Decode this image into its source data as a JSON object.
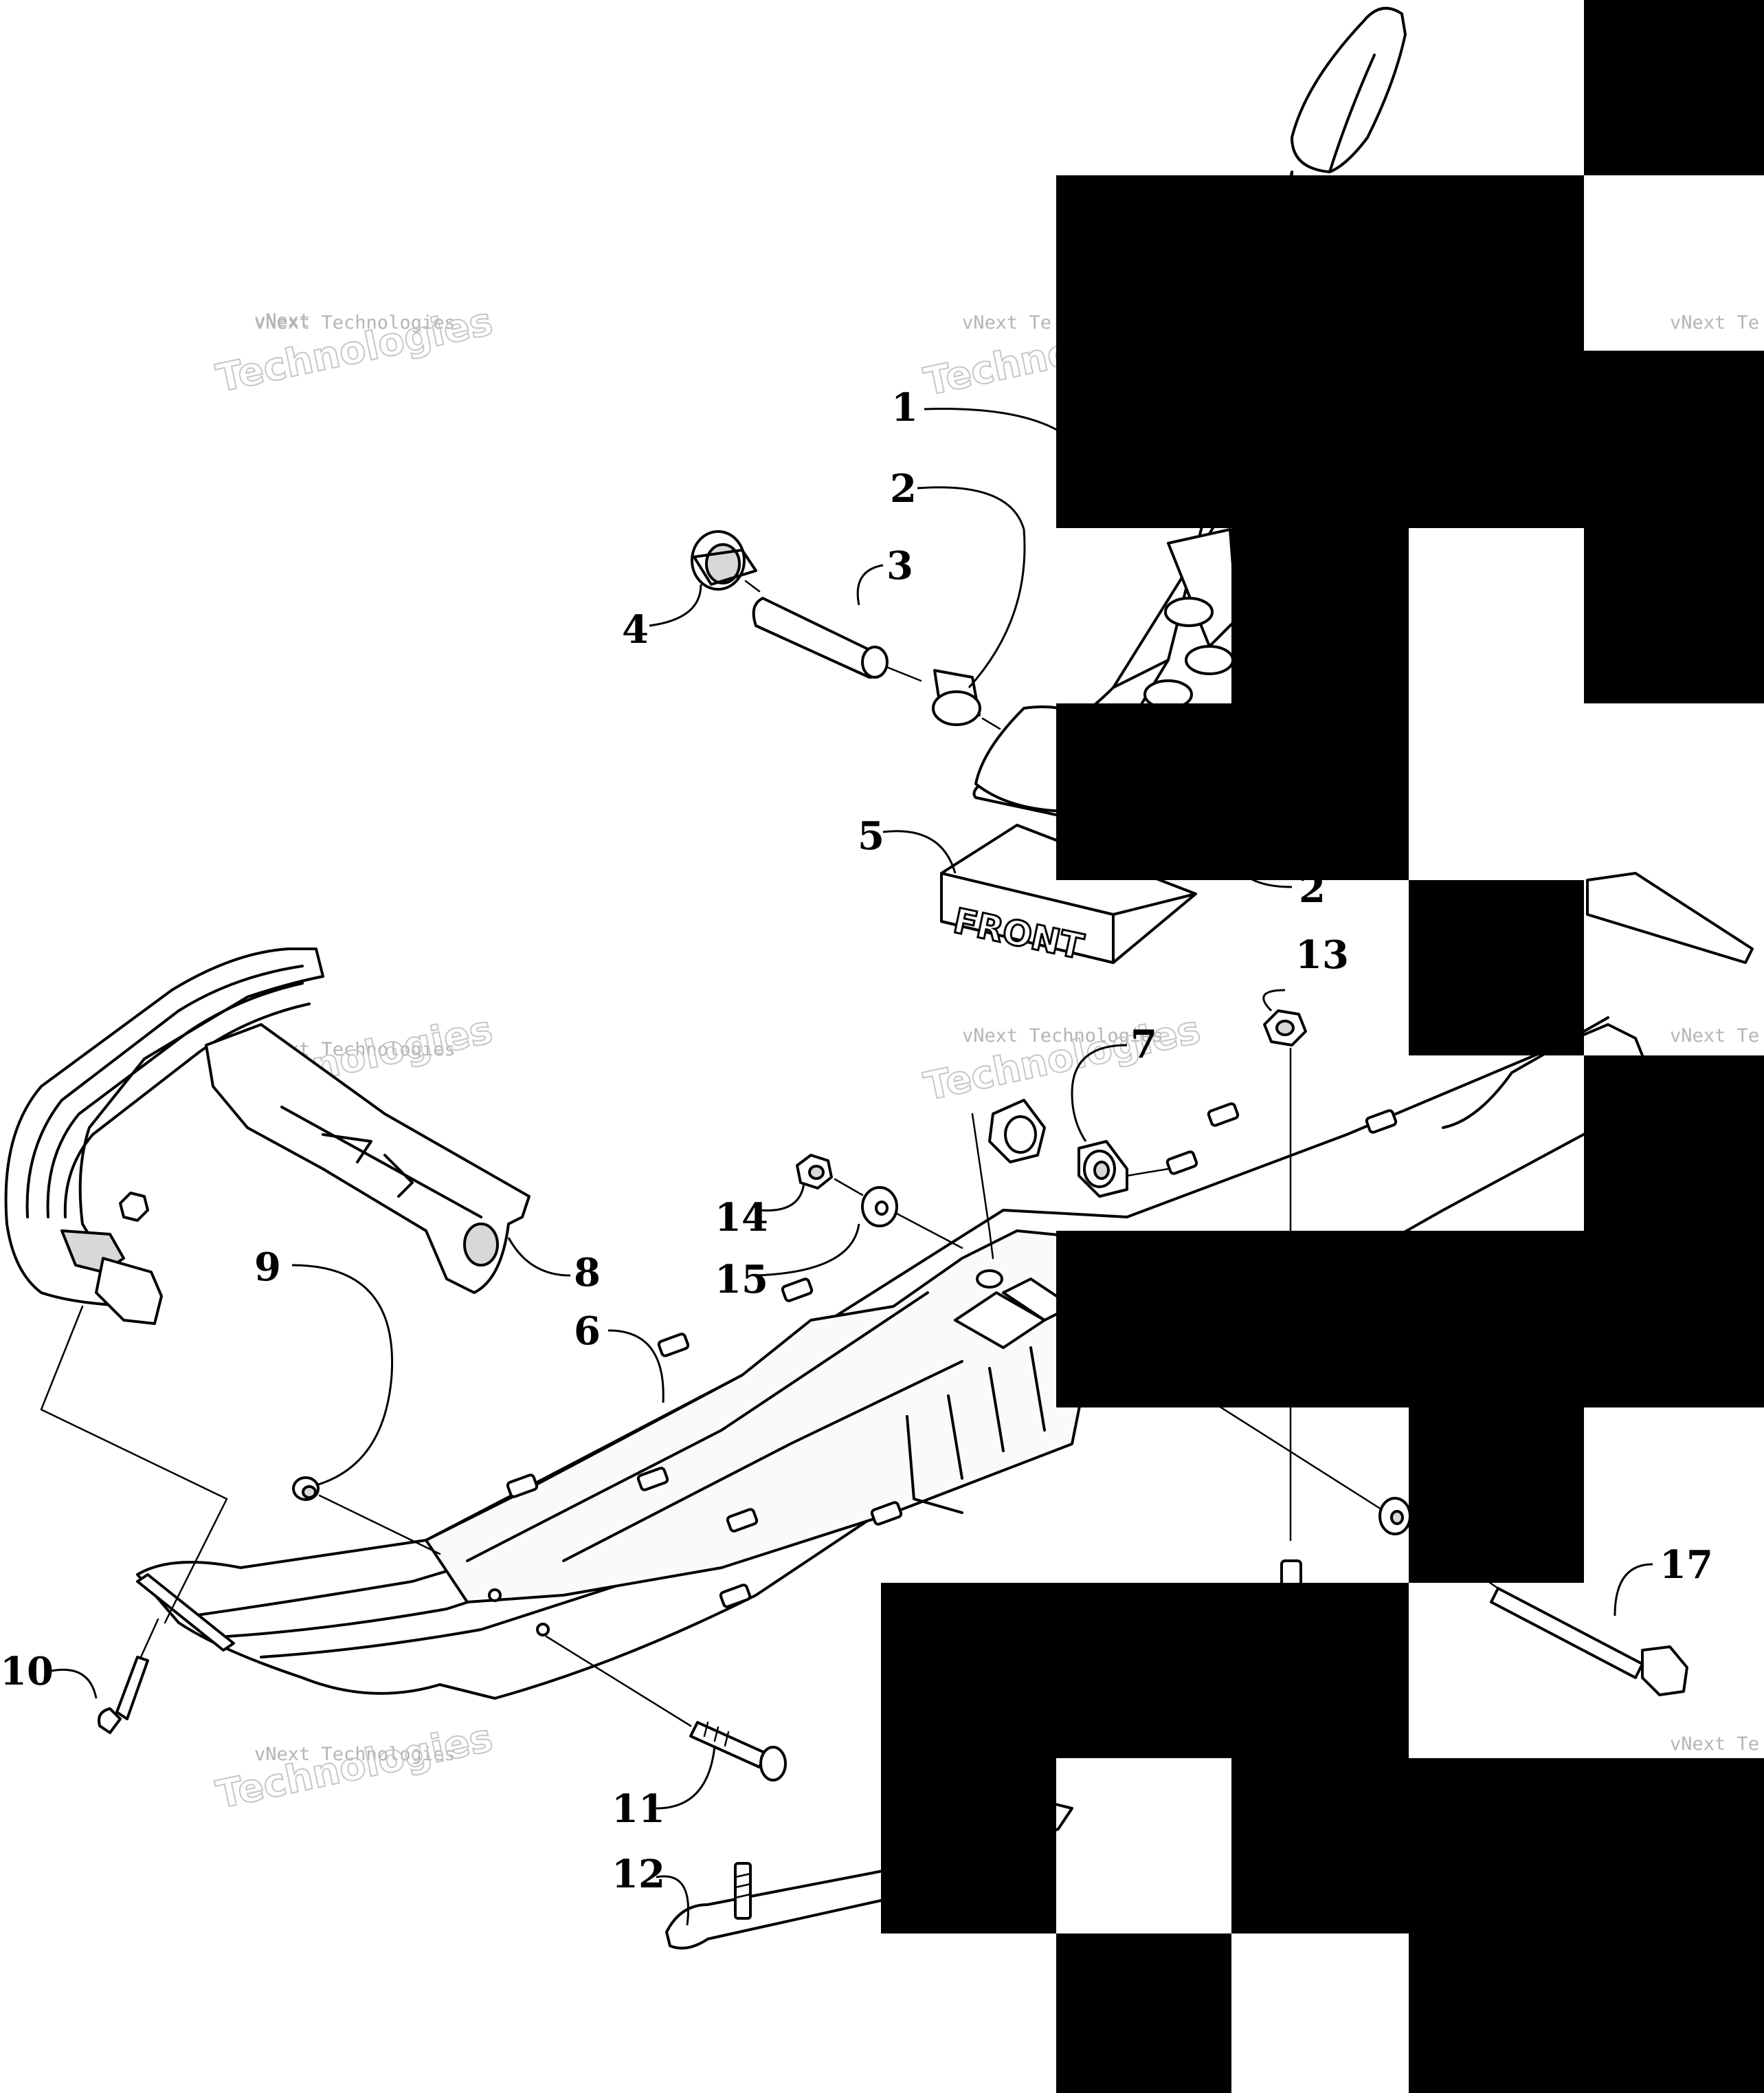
{
  "callouts": [
    {
      "id": "c1",
      "label": "1"
    },
    {
      "id": "c2a",
      "label": "2"
    },
    {
      "id": "c3",
      "label": "3"
    },
    {
      "id": "c4",
      "label": "4"
    },
    {
      "id": "c5",
      "label": "5"
    },
    {
      "id": "c2b",
      "label": "2"
    },
    {
      "id": "c13",
      "label": "13"
    },
    {
      "id": "c7",
      "label": "7"
    },
    {
      "id": "c14",
      "label": "14"
    },
    {
      "id": "c15",
      "label": "15"
    },
    {
      "id": "c9",
      "label": "9"
    },
    {
      "id": "c8",
      "label": "8"
    },
    {
      "id": "c6",
      "label": "6"
    },
    {
      "id": "c10",
      "label": "10"
    },
    {
      "id": "c11",
      "label": "11"
    },
    {
      "id": "c12",
      "label": "12"
    },
    {
      "id": "c17",
      "label": "17"
    }
  ],
  "decal_text": "FRONT",
  "watermark": {
    "line1": "vNext",
    "line2": "vNext Technologies",
    "line3": "Technologies",
    "partial": "vNext Te"
  }
}
